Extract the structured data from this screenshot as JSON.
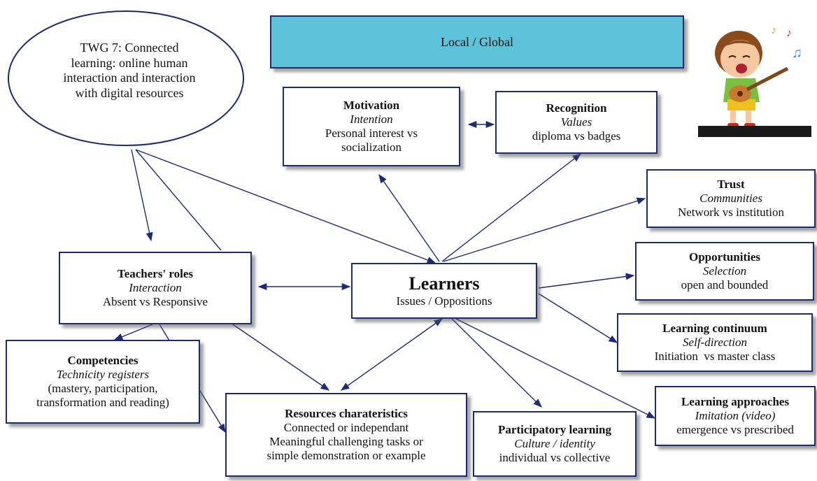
{
  "ellipse": {
    "lines": [
      "TWG 7: Connected",
      "learning: online human",
      "interaction and interaction",
      "with digital resources"
    ]
  },
  "banner": {
    "label": "Local / Global"
  },
  "center": {
    "title": "Learners",
    "subtitle": "Issues / Oppositions"
  },
  "nodes": {
    "motivation": {
      "title": "Motivation",
      "sub": "Intention",
      "lines": [
        "Personal interest vs",
        "socialization"
      ]
    },
    "recognition": {
      "title": "Recognition",
      "sub": "Values",
      "lines": [
        "diploma vs badges"
      ]
    },
    "trust": {
      "title": "Trust",
      "sub": "Communities",
      "lines": [
        "Network vs institution"
      ]
    },
    "opportunities": {
      "title": "Opportunities",
      "sub": "Selection",
      "lines": [
        "open and bounded"
      ]
    },
    "continuum": {
      "title": "Learning continuum",
      "sub": "Self-direction",
      "lines": [
        "Initiation  vs master class"
      ]
    },
    "approaches": {
      "title": "Learning approaches",
      "sub": "Imitation (video)",
      "lines": [
        "emergence vs prescribed"
      ]
    },
    "participatory": {
      "title": "Participatory learning",
      "sub": "Culture / identity",
      "lines": [
        "individual vs collective"
      ]
    },
    "resources": {
      "title": "Resources charateristics",
      "lines": [
        "Connected or independant",
        "Meaningful challenging tasks or",
        "simple demonstration or example"
      ]
    },
    "teachers": {
      "title": "Teachers' roles",
      "sub": "Interaction",
      "lines": [
        "Absent vs Responsive"
      ]
    },
    "competencies": {
      "title": "Competencies",
      "sub": "Technicity registers",
      "lines": [
        "(mastery, participation,",
        "transformation and reading)"
      ]
    }
  },
  "colors": {
    "line": "#1c2a7a",
    "banner": "#5dc3d8"
  },
  "illustration": {
    "icon": "boy-playing-guitar-illustration"
  }
}
